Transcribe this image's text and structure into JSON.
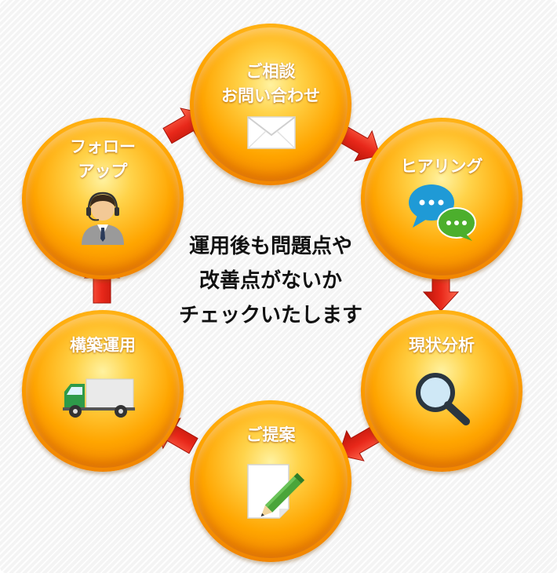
{
  "steps": [
    {
      "lines": [
        "ご相談",
        "お問い合わせ"
      ],
      "icon": "envelope-icon"
    },
    {
      "lines": [
        "ヒアリング"
      ],
      "icon": "chat-bubbles-icon"
    },
    {
      "lines": [
        "現状分析"
      ],
      "icon": "magnifier-icon"
    },
    {
      "lines": [
        "ご提案"
      ],
      "icon": "document-pencil-icon"
    },
    {
      "lines": [
        "構築運用"
      ],
      "icon": "truck-icon"
    },
    {
      "lines": [
        "フォロー",
        "アップ"
      ],
      "icon": "operator-icon"
    }
  ],
  "center_text": [
    "運用後も問題点や",
    "改善点がないか",
    "チェックいたします"
  ],
  "colors": {
    "circle_orange": "#ffa500",
    "arrow_red": "#e8281a",
    "chat_blue": "#1f9ad6",
    "chat_green": "#4caf2d"
  }
}
